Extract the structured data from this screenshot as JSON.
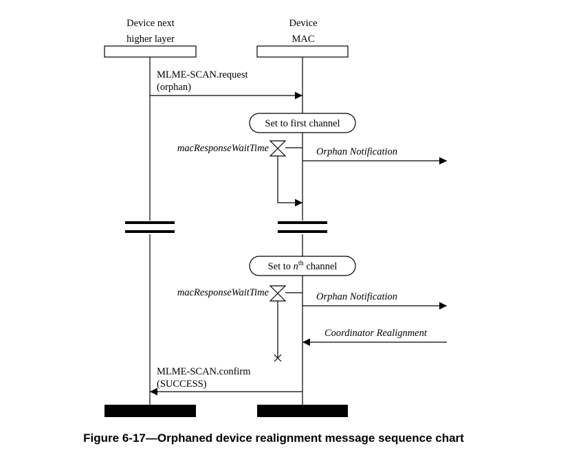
{
  "lifelines": {
    "nhl": {
      "line1": "Device next",
      "line2": "higher layer"
    },
    "mac": {
      "line1": "Device",
      "line2": "MAC"
    }
  },
  "messages": {
    "scan_request": {
      "line1": "MLME-SCAN.request",
      "line2": "(orphan)"
    },
    "orphan_notification_1": "Orphan Notification",
    "orphan_notification_2": "Orphan Notification",
    "coordinator_realignment": "Coordinator Realignment",
    "scan_confirm": {
      "line1": "MLME-SCAN.confirm",
      "line2": "(SUCCESS)"
    }
  },
  "states": {
    "first_channel": "Set to first channel",
    "nth_channel": {
      "prefix": "Set to ",
      "var": "n",
      "sup": "th",
      "suffix": " channel"
    }
  },
  "timers": {
    "wait_1": "macResponseWaitTime",
    "wait_2": "macResponseWaitTime"
  },
  "caption": "Figure 6-17—Orphaned device realignment message sequence chart"
}
